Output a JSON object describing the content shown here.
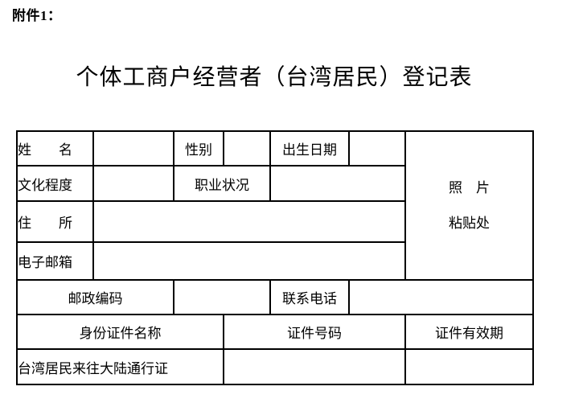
{
  "page": {
    "attachment_label": "附件1：",
    "title": "个体工商户经营者（台湾居民）登记表",
    "background_color": "#ffffff",
    "border_color": "#000000",
    "text_color": "#000000"
  },
  "form": {
    "name_label": "姓　　名",
    "name_value": "",
    "gender_label": "性别",
    "gender_value": "",
    "birth_date_label": "出生日期",
    "birth_date_value": "",
    "education_label": "文化程度",
    "education_value": "",
    "occupation_label": "职业状况",
    "occupation_value": "",
    "residence_label": "住　　所",
    "residence_value": "",
    "email_label": "电子邮箱",
    "email_value": "",
    "postal_code_label": "邮政编码",
    "postal_code_value": "",
    "phone_label": "联系电话",
    "phone_value": "",
    "id_doc_name_header": "身份证件名称",
    "id_doc_number_header": "证件号码",
    "id_doc_validity_header": "证件有效期",
    "taiwan_permit_label": "台湾居民来往大陆通行证",
    "taiwan_permit_number": "",
    "taiwan_permit_validity": "",
    "photo_line1": "照　片",
    "photo_line2": "粘贴处"
  }
}
